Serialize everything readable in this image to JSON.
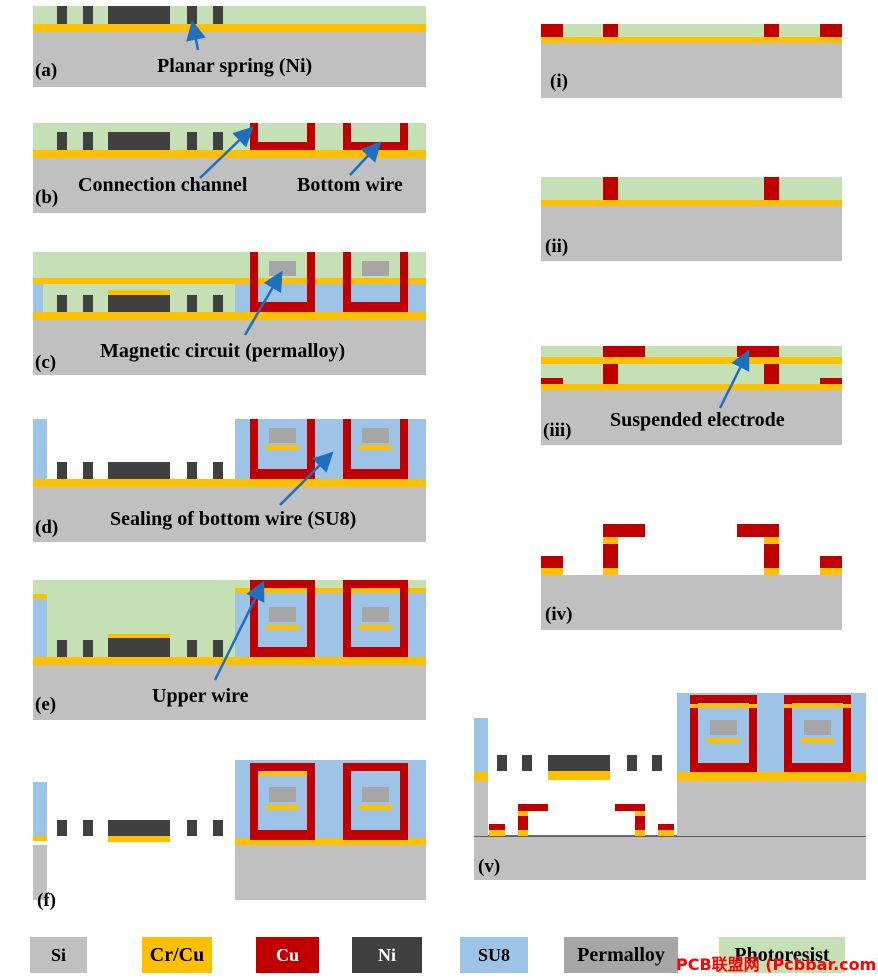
{
  "colors": {
    "si": "#c0c0c0",
    "crcu": "#ffc000",
    "cu": "#c00000",
    "ni": "#404040",
    "su8": "#9dc3e6",
    "permalloy": "#a6a6a6",
    "photoresist": "#c5e0b4",
    "arrow": "#1f6fbf",
    "watermark": "#ff0000"
  },
  "panels": {
    "a": "(a)",
    "b": "(b)",
    "c": "(c)",
    "d": "(d)",
    "e": "(e)",
    "f": "(f)",
    "i": "(i)",
    "ii": "(ii)",
    "iii": "(iii)",
    "iv": "(iv)",
    "v": "(v)"
  },
  "annotations": {
    "planar_spring": "Planar spring (Ni)",
    "connection_channel": "Connection channel",
    "bottom_wire": "Bottom wire",
    "magnetic_circuit": "Magnetic circuit (permalloy)",
    "sealing": "Sealing of bottom wire (SU8)",
    "upper_wire": "Upper wire",
    "suspended_electrode": "Suspended electrode"
  },
  "legend": [
    {
      "label": "Si",
      "material": "si",
      "text_color": "#000000"
    },
    {
      "label": "Cr/Cu",
      "material": "crcu",
      "text_color": "#000000"
    },
    {
      "label": "Cu",
      "material": "cu",
      "text_color": "#ffffff"
    },
    {
      "label": "Ni",
      "material": "ni",
      "text_color": "#ffffff"
    },
    {
      "label": "SU8",
      "material": "su8",
      "text_color": "#000000"
    },
    {
      "label": "Permalloy",
      "material": "permalloy",
      "text_color": "#000000"
    },
    {
      "label": "Photoresist",
      "material": "photoresist",
      "text_color": "#000000"
    }
  ],
  "watermark": "PCB联盟网 (Pcbbar.com)"
}
